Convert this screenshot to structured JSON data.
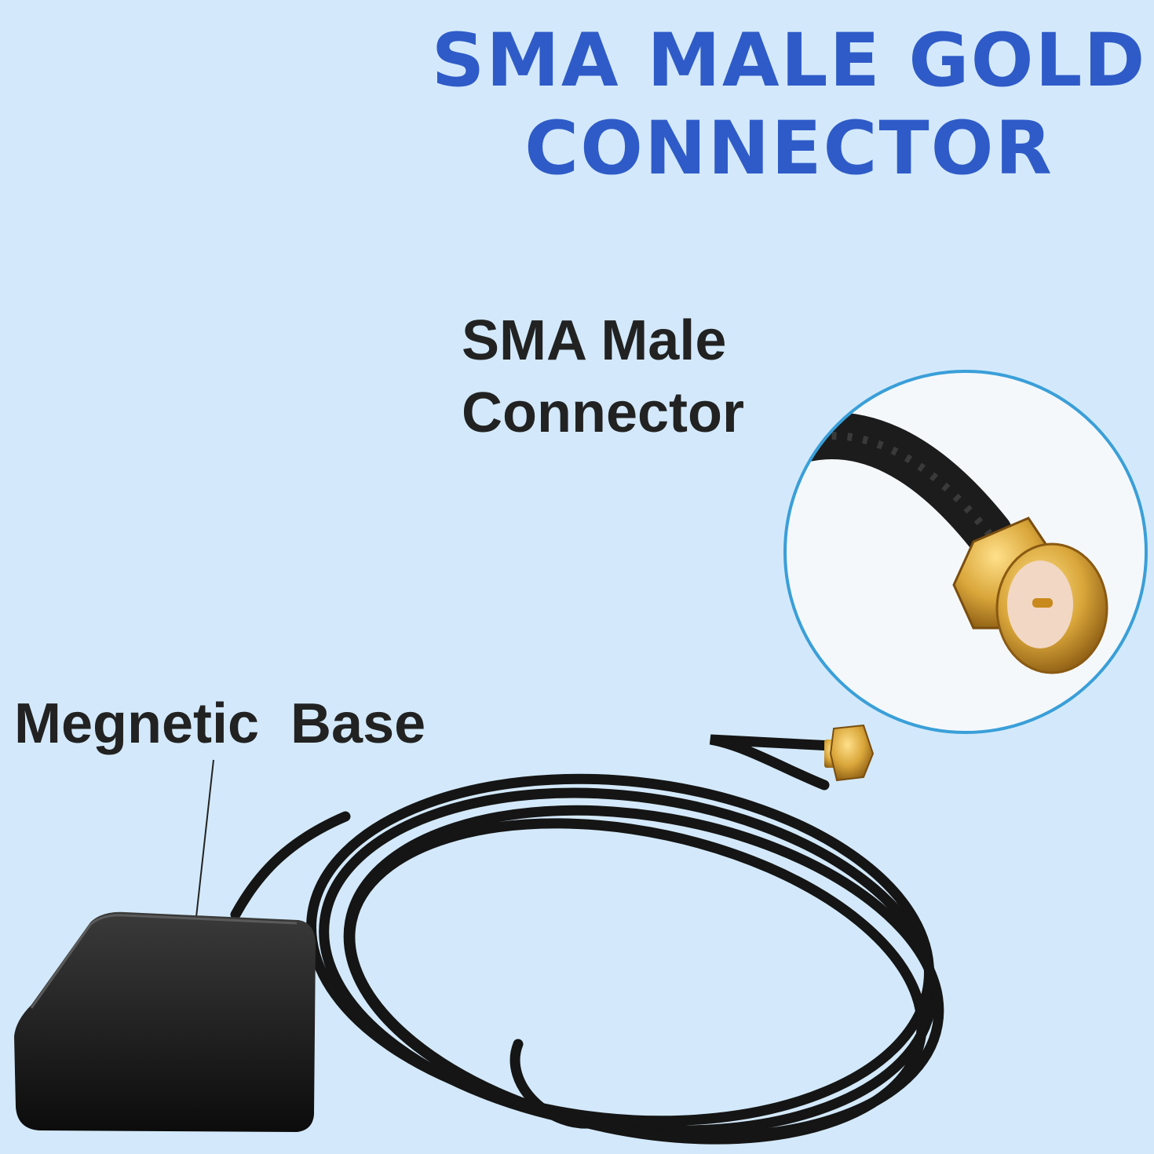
{
  "headline": {
    "line1": "SMA MALE GOLD",
    "line2": "CONNECTOR"
  },
  "labels": {
    "connector_line1": "SMA Male",
    "connector_line2": "Connector",
    "base": "Megnetic  Base"
  },
  "colors": {
    "background": "#d3e9fb",
    "accent": "#2f5bc8",
    "label_text": "#222222",
    "cable": "#151515",
    "gold": "#d9a63a",
    "circle_border": "#3a9fd8"
  },
  "icons": {
    "antenna": "gps-puck-antenna",
    "connector": "sma-male-connector",
    "cable": "coiled-coax-cable"
  }
}
